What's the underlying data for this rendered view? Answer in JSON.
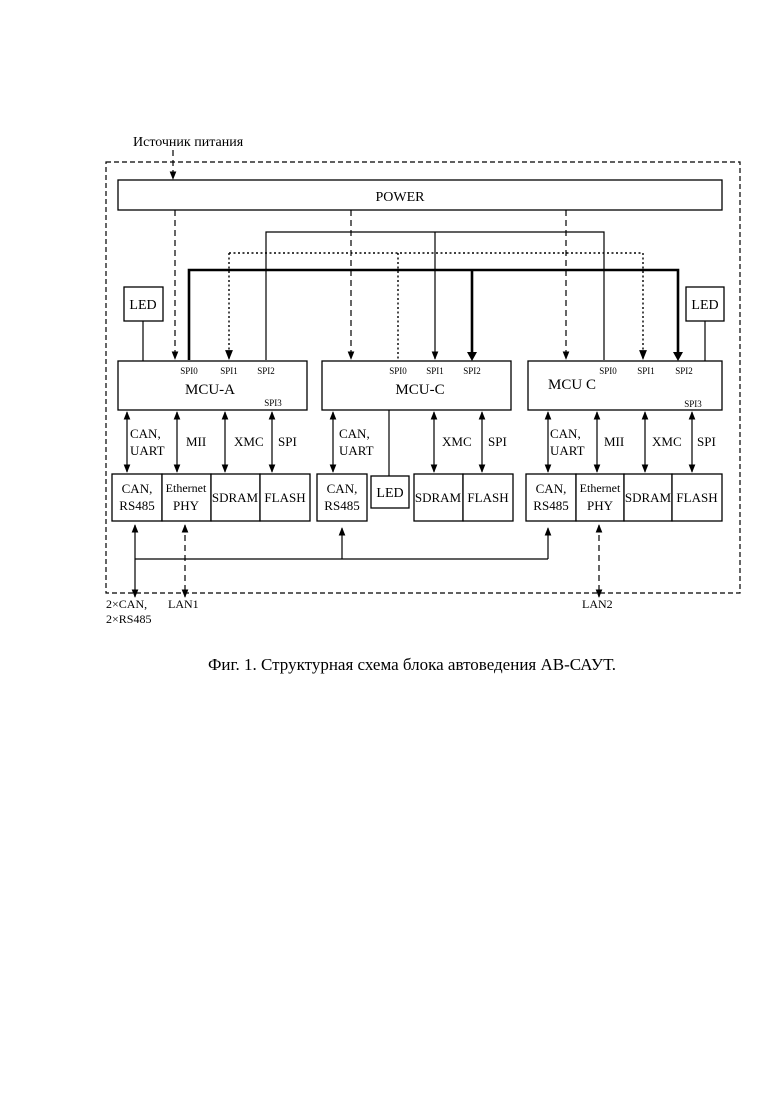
{
  "diagram": {
    "power_source_label": "Источник питания",
    "power_block": "POWER",
    "mcu_a": {
      "name": "MCU-A",
      "spi0": "SPI0",
      "spi1": "SPI1",
      "spi2": "SPI2",
      "spi3": "SPI3"
    },
    "mcu_c_center": {
      "name": "MCU-C",
      "spi0": "SPI0",
      "spi1": "SPI1",
      "spi2": "SPI2"
    },
    "mcu_c_right": {
      "name": "MCU C",
      "spi0": "SPI0",
      "spi1": "SPI1",
      "spi2": "SPI2",
      "spi3": "SPI3"
    },
    "led": "LED",
    "bus_labels": {
      "can": "CAN,",
      "uart": "UART",
      "mii": "MII",
      "xmc": "XMC",
      "spi": "SPI"
    },
    "peripherals": {
      "can_rs485_line1": "CAN,",
      "can_rs485_line2": "RS485",
      "ethernet_line1": "Ethernet",
      "ethernet_line2": "PHY",
      "sdram": "SDRAM",
      "flash": "FLASH"
    },
    "external": {
      "can_line1": "2×CAN,",
      "can_line2": "2×RS485",
      "lan1": "LAN1",
      "lan2": "LAN2"
    },
    "caption": "Фиг. 1. Структурная схема блока автоведения АВ-САУТ."
  }
}
